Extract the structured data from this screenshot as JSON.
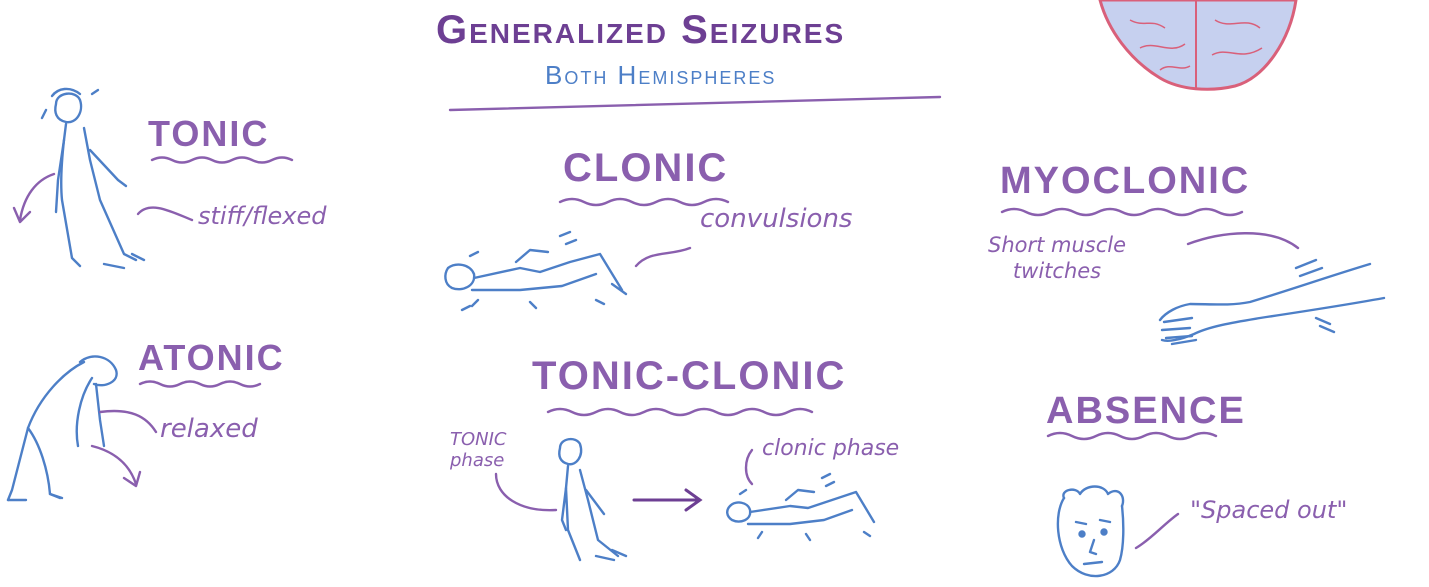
{
  "title": "Generalized Seizures",
  "subtitle": "Both Hemispheres",
  "colors": {
    "purple": "#8a5fae",
    "blue": "#4d7fc7",
    "brain_fill": "#c6d0ef",
    "brain_outline": "#d9607a"
  },
  "sections": {
    "tonic": {
      "heading": "TONIC",
      "note": "stiff/flexed"
    },
    "atonic": {
      "heading": "ATONIC",
      "note": "relaxed"
    },
    "clonic": {
      "heading": "CLONIC",
      "note": "convulsions"
    },
    "tonic_clonic": {
      "heading": "TONIC-CLONIC",
      "tonic_note": "TONIC\nphase",
      "clonic_note": "clonic phase"
    },
    "myoclonic": {
      "heading": "MYOCLONIC",
      "note": "Short muscle\ntwitches"
    },
    "absence": {
      "heading": "ABSENCE",
      "note": "\"Spaced out\""
    }
  }
}
